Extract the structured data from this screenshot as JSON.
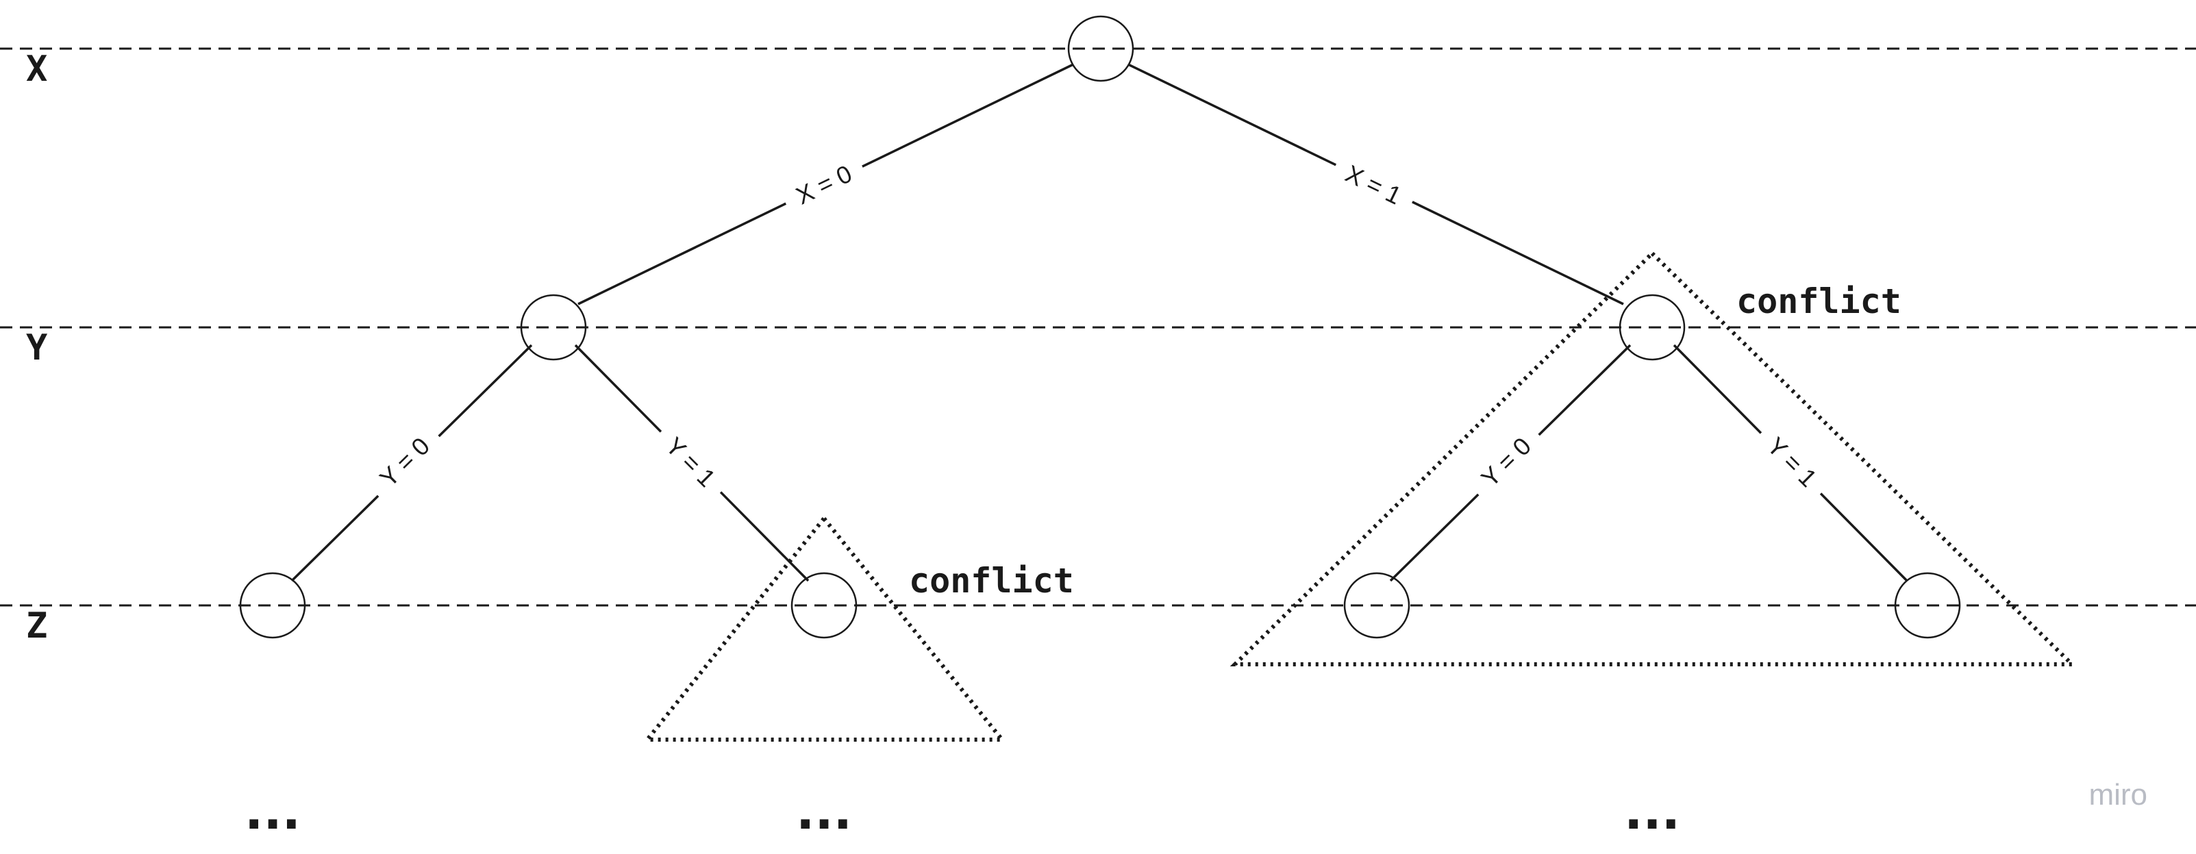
{
  "levels": [
    {
      "id": "x",
      "label": "X"
    },
    {
      "id": "y",
      "label": "Y"
    },
    {
      "id": "z",
      "label": "Z"
    }
  ],
  "edges": [
    {
      "id": "x0",
      "label": "X = 0"
    },
    {
      "id": "x1",
      "label": "X = 1"
    },
    {
      "id": "left-y0",
      "label": "Y = 0"
    },
    {
      "id": "left-y1",
      "label": "Y = 1"
    },
    {
      "id": "right-y0",
      "label": "Y = 0"
    },
    {
      "id": "right-y1",
      "label": "Y = 1"
    }
  ],
  "conflicts": [
    {
      "id": "z-level",
      "label": "conflict"
    },
    {
      "id": "y-level",
      "label": "conflict"
    }
  ],
  "continuations": [
    "...",
    "...",
    "..."
  ],
  "watermark": "miro"
}
